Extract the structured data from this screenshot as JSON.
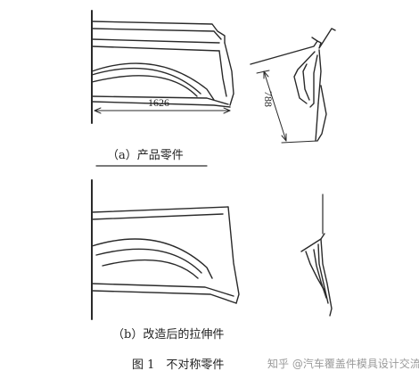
{
  "figure": {
    "caption_a": "（a）产品零件",
    "caption_b": "（b）改造后的拉伸件",
    "caption_main": "图 1　不对称零件",
    "dim_width": "1626",
    "dim_height": "788"
  },
  "watermark": "知乎 @汽车覆盖件模具设计交流"
}
